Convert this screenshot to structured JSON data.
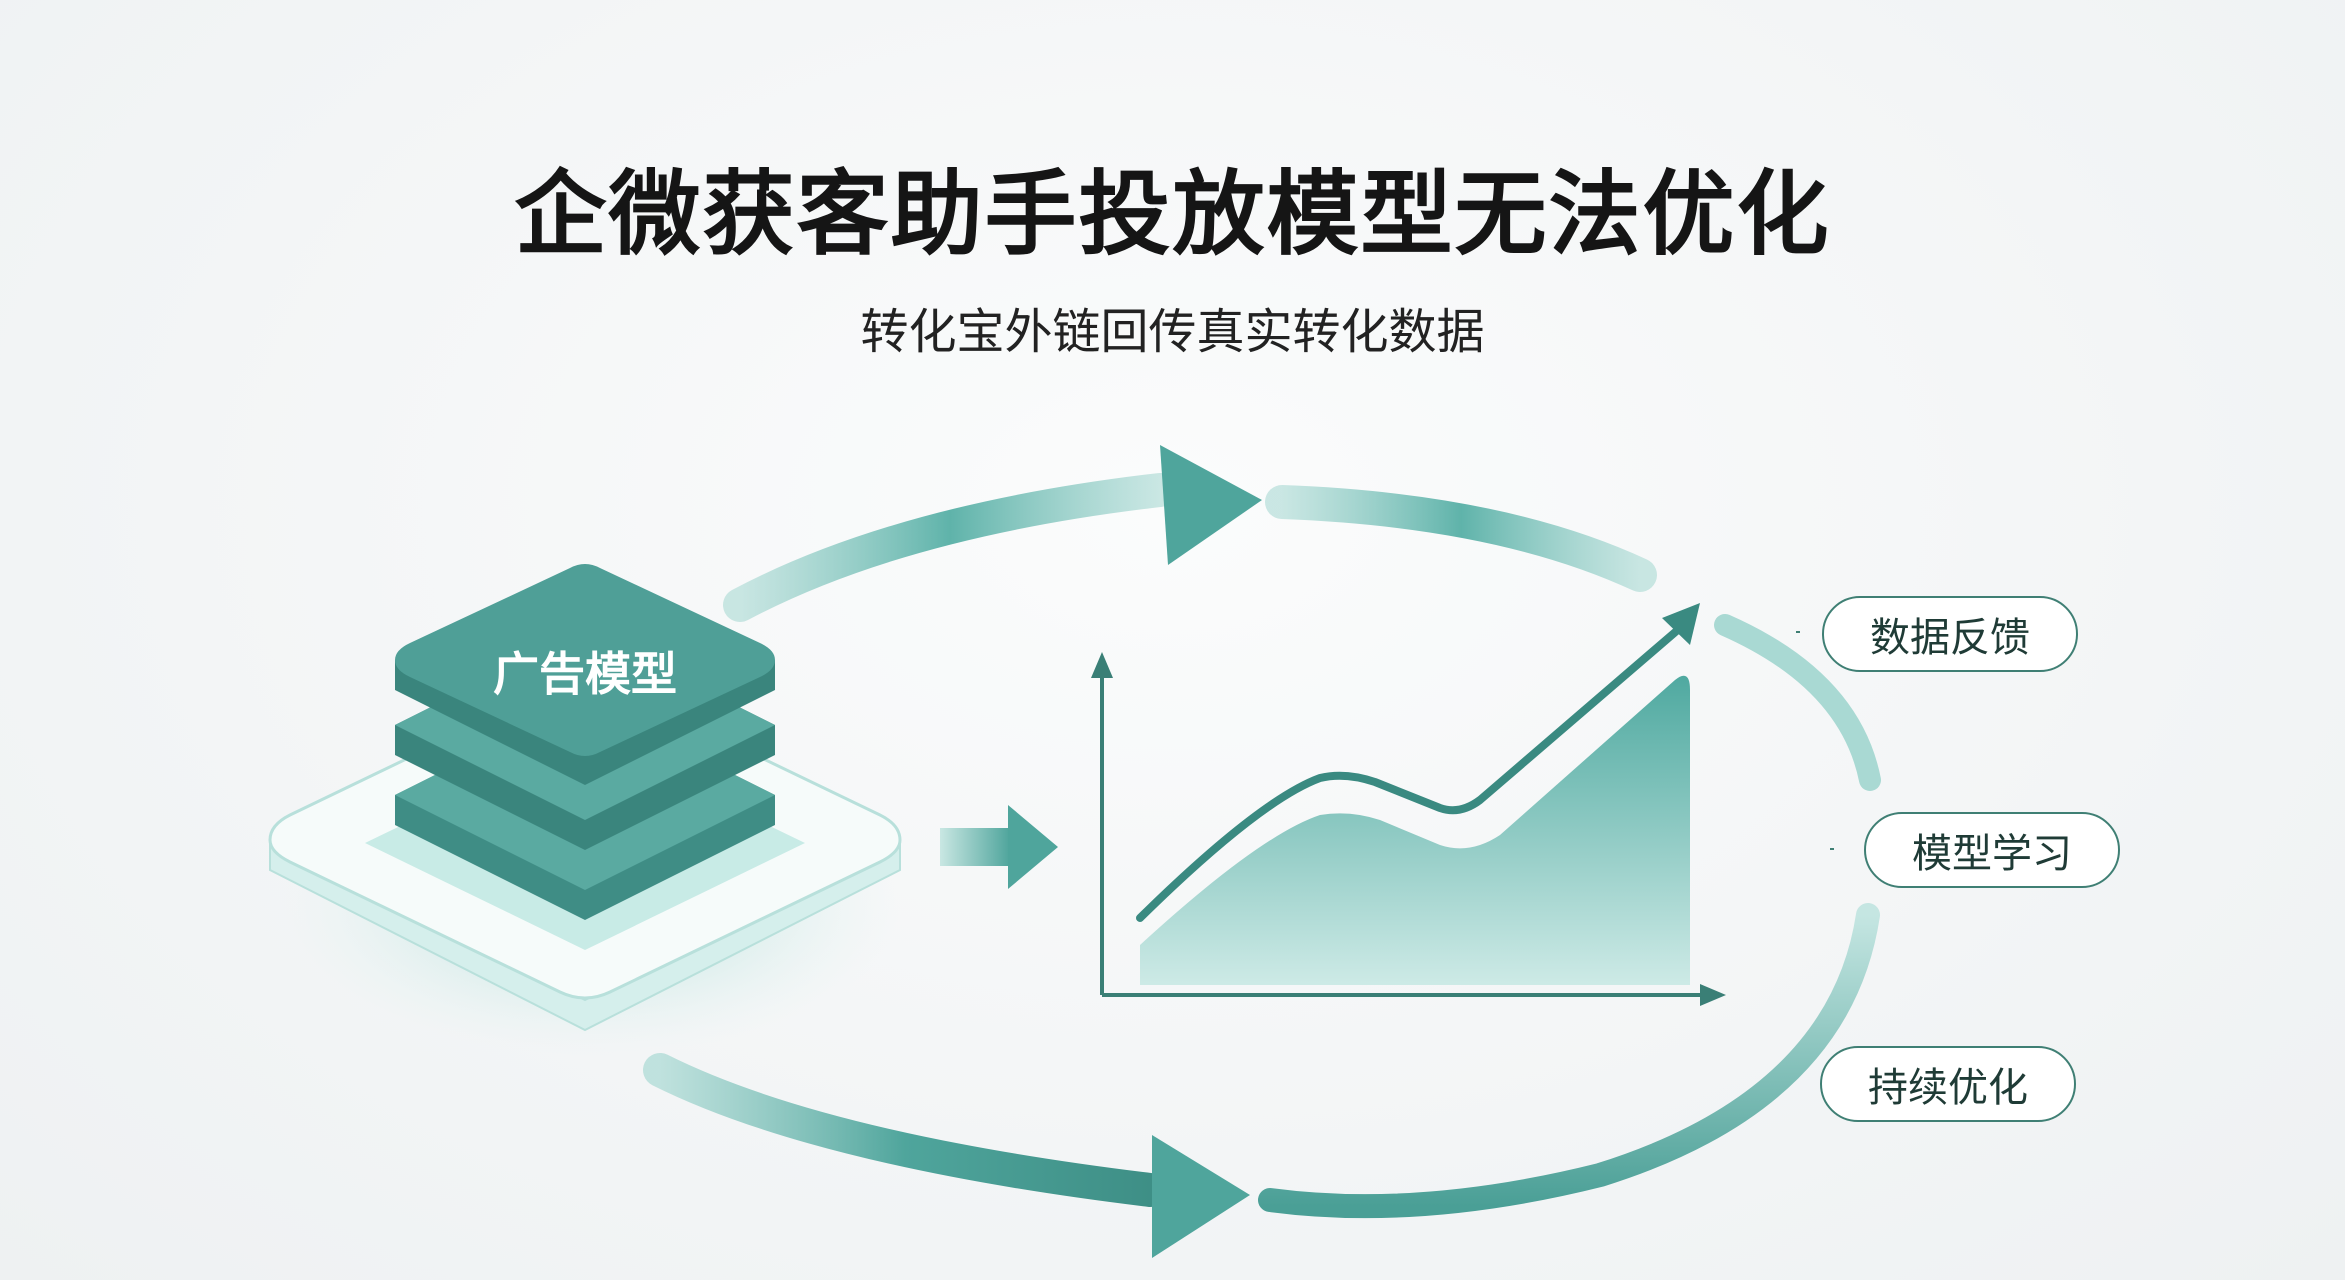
{
  "header": {
    "title": "企微获客助手投放模型无法优化",
    "subtitle": "转化宝外链回传真实转化数据"
  },
  "model_block": {
    "label": "广告模型"
  },
  "cycle_labels": [
    {
      "text": "数据反馈"
    },
    {
      "text": "模型学习"
    },
    {
      "text": "持续优化"
    }
  ],
  "colors": {
    "teal_dark": "#3e8f86",
    "teal_mid": "#5fb3aa",
    "teal_light": "#a9d9d3",
    "pill_border": "#3f7f74",
    "title": "#151515"
  },
  "icons": [
    "right-arrow-icon",
    "trend-up-icon",
    "layer-stack-icon",
    "cycle-arrow-icon"
  ]
}
